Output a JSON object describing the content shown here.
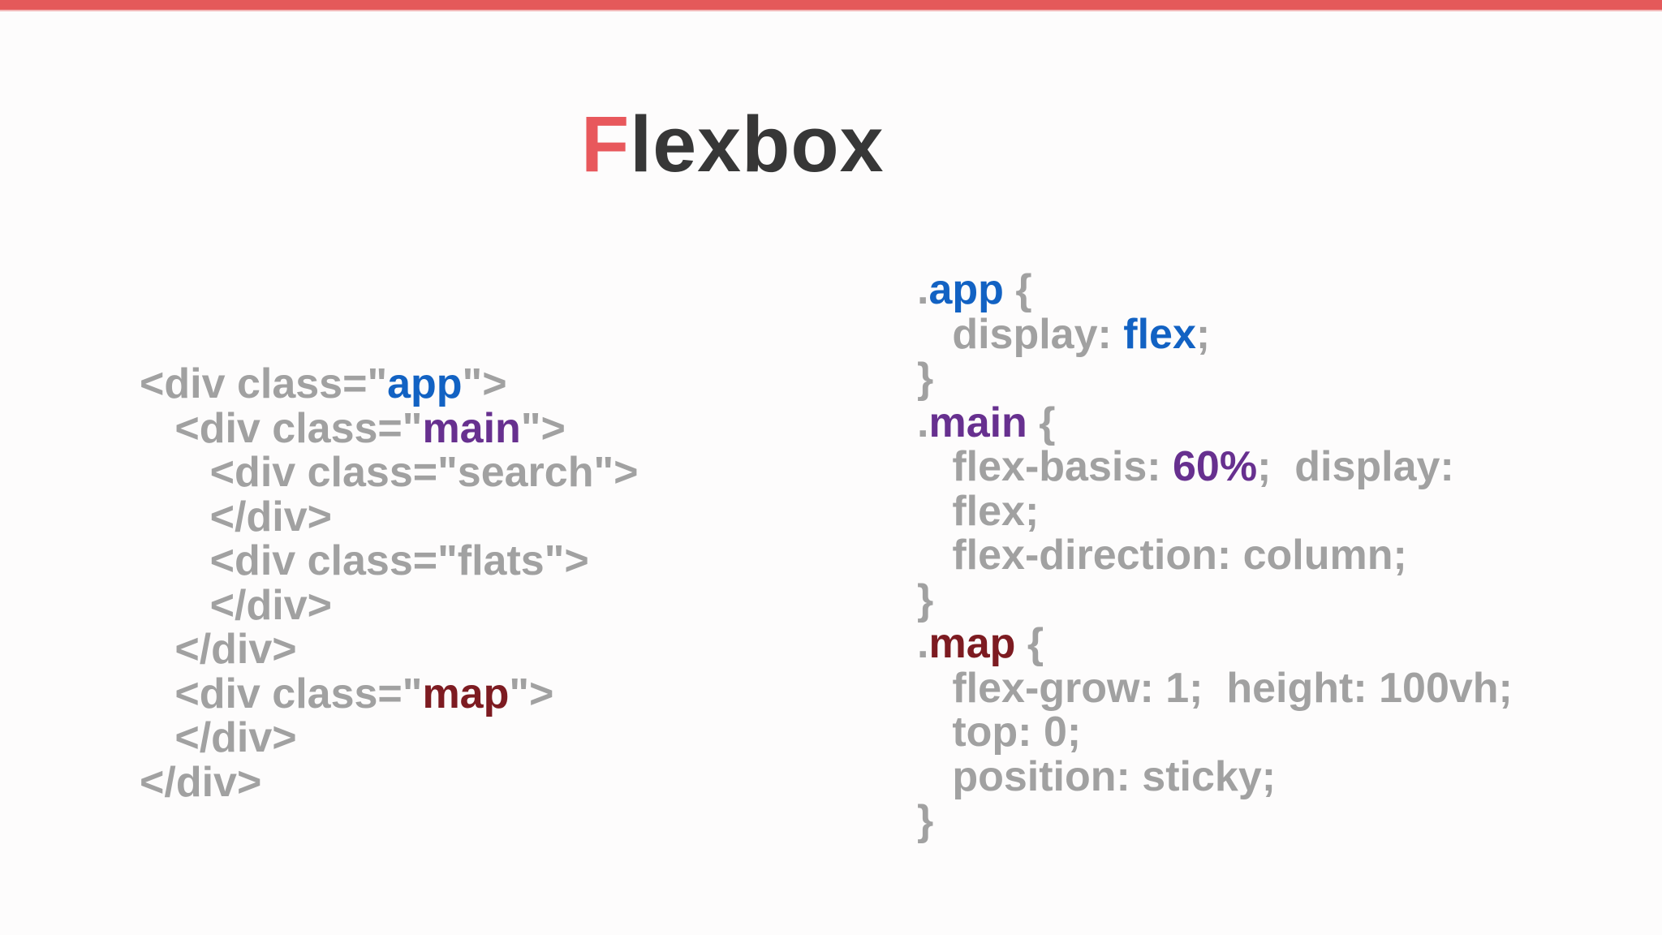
{
  "page": {
    "background": "#fdfcfc",
    "top_bar_color": "#e4595a"
  },
  "title": {
    "accent": "F",
    "rest": "lexbox",
    "accent_color": "#e8585c",
    "text_color": "#373737"
  },
  "colors": {
    "gray": "#a1a1a1",
    "blue": "#1262c3",
    "purple": "#67308f",
    "darkred": "#7d1b21"
  },
  "html_code": {
    "language": "html",
    "lines": [
      [
        {
          "t": "<div class=\"",
          "c": "gray"
        },
        {
          "t": "app",
          "c": "blue"
        },
        {
          "t": "\">",
          "c": "gray"
        }
      ],
      [
        {
          "t": "   <div class=\"",
          "c": "gray"
        },
        {
          "t": "main",
          "c": "purple"
        },
        {
          "t": "\">",
          "c": "gray"
        }
      ],
      [
        {
          "t": "      <div class=\"search\">",
          "c": "gray"
        }
      ],
      [
        {
          "t": "      </div>",
          "c": "gray"
        }
      ],
      [
        {
          "t": "      <div class=\"flats\">",
          "c": "gray"
        }
      ],
      [
        {
          "t": "      </div>",
          "c": "gray"
        }
      ],
      [
        {
          "t": "   </div>",
          "c": "gray"
        }
      ],
      [
        {
          "t": "   <div class=\"",
          "c": "gray"
        },
        {
          "t": "map",
          "c": "darkred"
        },
        {
          "t": "\">",
          "c": "gray"
        }
      ],
      [
        {
          "t": "   </div>",
          "c": "gray"
        }
      ],
      [
        {
          "t": "</div>",
          "c": "gray"
        }
      ]
    ]
  },
  "css_code": {
    "language": "css",
    "lines": [
      [
        {
          "t": ".",
          "c": "gray"
        },
        {
          "t": "app",
          "c": "blue"
        },
        {
          "t": " {",
          "c": "gray"
        }
      ],
      [
        {
          "t": "   display: ",
          "c": "gray"
        },
        {
          "t": "flex",
          "c": "blue"
        },
        {
          "t": ";",
          "c": "gray"
        }
      ],
      [
        {
          "t": "}",
          "c": "gray"
        }
      ],
      [
        {
          "t": ".",
          "c": "gray"
        },
        {
          "t": "main",
          "c": "purple"
        },
        {
          "t": " {",
          "c": "gray"
        }
      ],
      [
        {
          "t": "   flex-basis: ",
          "c": "gray"
        },
        {
          "t": "60%",
          "c": "purple"
        },
        {
          "t": ";  display:",
          "c": "gray"
        }
      ],
      [
        {
          "t": "   flex;",
          "c": "gray"
        }
      ],
      [
        {
          "t": "   flex-direction: column;",
          "c": "gray"
        }
      ],
      [
        {
          "t": "}",
          "c": "gray"
        }
      ],
      [
        {
          "t": ".",
          "c": "gray"
        },
        {
          "t": "map",
          "c": "darkred"
        },
        {
          "t": " {",
          "c": "gray"
        }
      ],
      [
        {
          "t": "   flex-grow: 1;  height: 100vh;",
          "c": "gray"
        }
      ],
      [
        {
          "t": "   top: 0;",
          "c": "gray"
        }
      ],
      [
        {
          "t": "   position: sticky;",
          "c": "gray"
        }
      ],
      [
        {
          "t": "}",
          "c": "gray"
        }
      ]
    ]
  }
}
